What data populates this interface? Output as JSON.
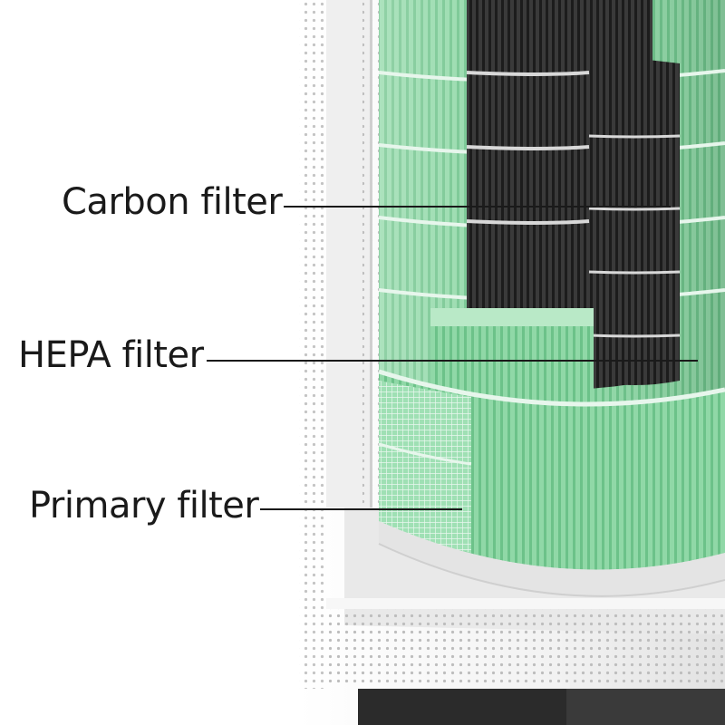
{
  "labels": {
    "carbon": "Carbon filter",
    "hepa": "HEPA filter",
    "primary": "Primary filter"
  },
  "colors": {
    "housing": "#f4f4f4",
    "housing_edge": "#d6d6d6",
    "green_filter": "#8fd6a5",
    "green_dark": "#5fb87c",
    "carbon_filter": "#2e2e2e",
    "leader_line": "#1a1a1a"
  }
}
